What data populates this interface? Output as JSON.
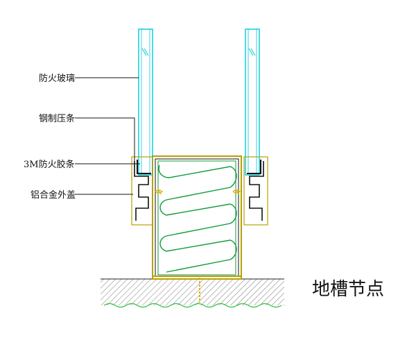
{
  "labels": {
    "glass": "防火玻璃",
    "steel_strip": "钢制压条",
    "tape": "3M防火胶条",
    "cover": "铝合金外盖"
  },
  "title": "地槽节点",
  "colors": {
    "glass": "#00c8d8",
    "insulation": "#109a3a",
    "aluminum": "#b8a000",
    "steel": "#101010",
    "tape": "#e0b000",
    "ground_line": "#30c040"
  }
}
